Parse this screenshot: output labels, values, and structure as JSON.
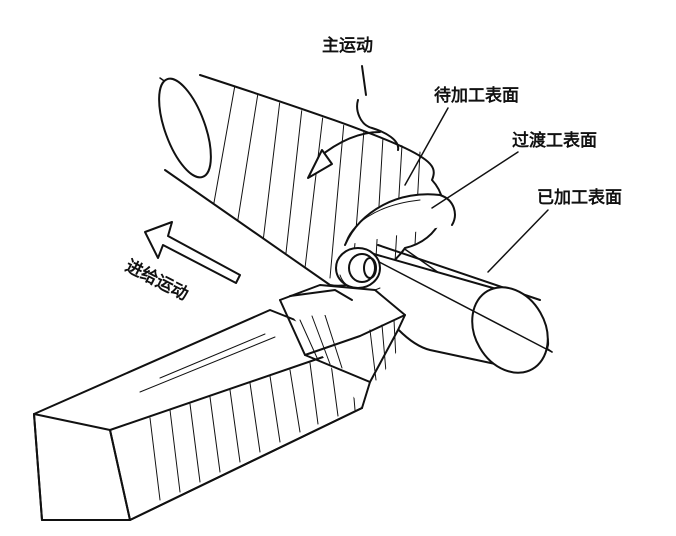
{
  "labels": {
    "main_motion": "主运动",
    "surface_to_machine": "待加工表面",
    "transition_surface": "过渡工表面",
    "machined_surface": "已加工表面",
    "feed_motion": "进给运动"
  },
  "colors": {
    "line": "#111111",
    "background": "#ffffff"
  }
}
